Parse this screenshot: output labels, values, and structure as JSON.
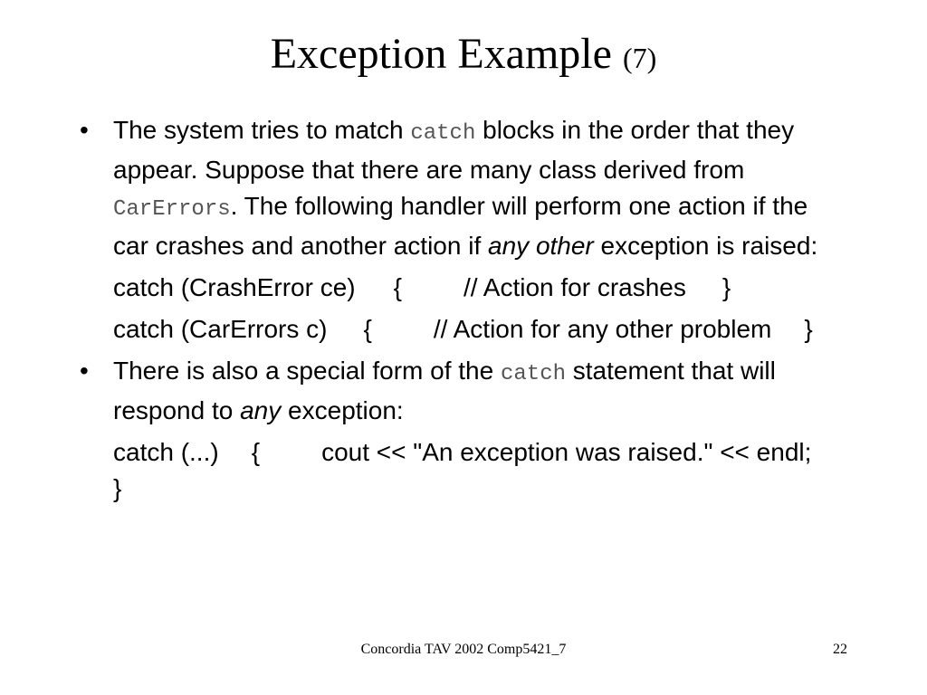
{
  "slide": {
    "title": "Exception Example",
    "title_suffix": "(7)",
    "bullets": [
      {
        "marker": "•",
        "parts": [
          {
            "text": "The system tries to match ",
            "style": "normal"
          },
          {
            "text": "catch",
            "style": "code"
          },
          {
            "text": " blocks in the order that they appear. Suppose that there are many class derived from ",
            "style": "normal"
          },
          {
            "text": "CarErrors",
            "style": "code"
          },
          {
            "text": ". The following handler will perform one action if the car crashes and another action if ",
            "style": "normal"
          },
          {
            "text": "any other",
            "style": "italic"
          },
          {
            "text": " exception is raised:",
            "style": "normal"
          }
        ],
        "sub_lines": [
          [
            "catch (CrashError ce)",
            "{",
            "// Action for crashes",
            "}"
          ],
          [
            "catch (CarErrors c)",
            "{",
            "// Action for any other problem",
            "}"
          ]
        ]
      },
      {
        "marker": "•",
        "parts": [
          {
            "text": "There is also a special form of the ",
            "style": "normal"
          },
          {
            "text": "catch",
            "style": "code"
          },
          {
            "text": " statement that will respond to ",
            "style": "normal"
          },
          {
            "text": "any",
            "style": "italic"
          },
          {
            "text": " exception:",
            "style": "normal"
          }
        ],
        "sub_lines": [
          [
            "catch (...)",
            "{",
            "cout << \"An exception was raised.\" << endl;",
            "}"
          ]
        ]
      }
    ],
    "footer_text": "Concordia TAV 2002 Comp5421_7",
    "page_number": "22"
  }
}
